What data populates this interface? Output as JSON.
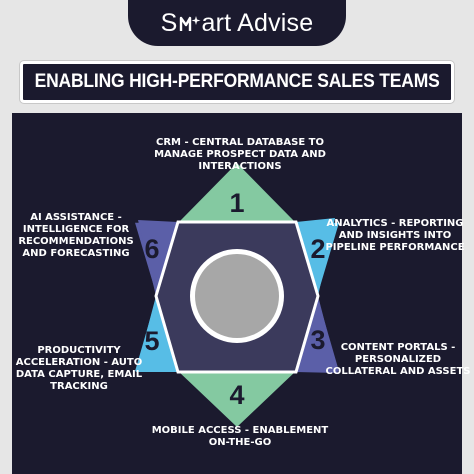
{
  "brand": {
    "name_prefix": "S",
    "name_suffix": "art Advise",
    "logo_icon": "m-sparkle-logo-icon"
  },
  "title": "ENABLING HIGH-PERFORMANCE SALES TEAMS",
  "segments": [
    {
      "number": "1",
      "label": "CRM - CENTRAL DATABASE TO MANAGE PROSPECT DATA AND INTERACTIONS",
      "color": "#84c9a1"
    },
    {
      "number": "2",
      "label": "ANALYTICS - REPORTING AND INSIGHTS INTO PIPELINE PERFORMANCE",
      "color": "#57bde6"
    },
    {
      "number": "3",
      "label": "CONTENT PORTALS - PERSONALIZED COLLATERAL AND ASSETS",
      "color": "#57bde6"
    },
    {
      "number": "4",
      "label": "MOBILE ACCESS - ENABLEMENT ON-THE-GO",
      "color": "#84c9a1"
    },
    {
      "number": "5",
      "label": "PRODUCTIVITY ACCELERATION - AUTO DATA CAPTURE, EMAIL TRACKING",
      "color": "#57bde6"
    },
    {
      "number": "6",
      "label": "AI ASSISTANCE - INTELLIGENCE FOR RECOMMENDATIONS AND FORECASTING",
      "color": "#5b5fa8"
    }
  ],
  "colors": {
    "dark": "#1b1a2e",
    "hexagon_fill": "#3b3a5c",
    "hexagon_stroke": "#ffffff",
    "center_circle": "#a7a7a7",
    "center_ring": "#ffffff",
    "background": "#e6e6e6"
  }
}
